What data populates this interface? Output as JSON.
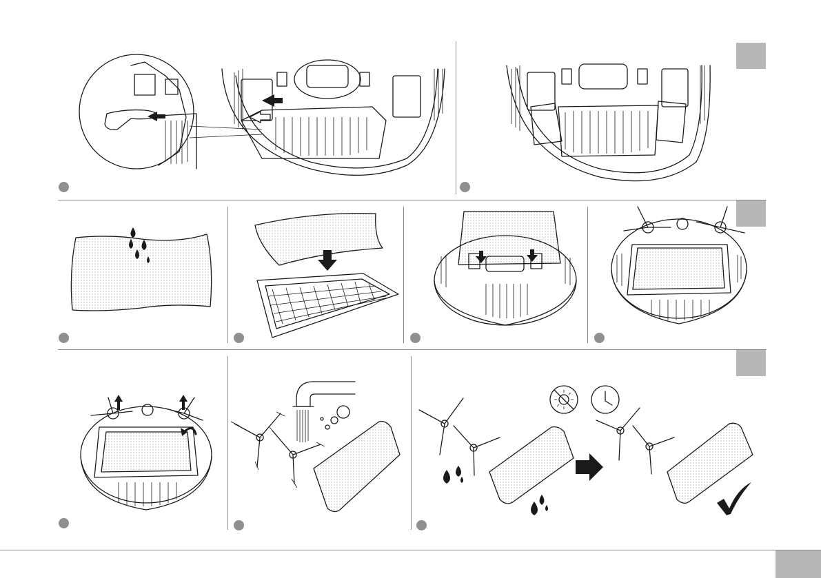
{
  "page": {
    "accent_gray": "#b7b7b7",
    "dot_gray": "#8f8f8f"
  },
  "steps": [
    {
      "id": "a1",
      "icon": "robot-underside-remove-mop-plate-illustration"
    },
    {
      "id": "a2",
      "icon": "robot-underside-mop-plate-removed-illustration"
    },
    {
      "id": "b1",
      "icon": "wet-mop-cloth-illustration"
    },
    {
      "id": "b2",
      "icon": "attach-cloth-to-plate-illustration"
    },
    {
      "id": "b3",
      "icon": "insert-mop-plate-illustration"
    },
    {
      "id": "b4",
      "icon": "robot-with-mop-installed-illustration"
    },
    {
      "id": "c1",
      "icon": "remove-side-brushes-illustration"
    },
    {
      "id": "c2",
      "icon": "rinse-brushes-and-cloth-illustration"
    },
    {
      "id": "c3",
      "icon": "dry-brushes-and-cloth-illustration"
    }
  ],
  "icons": [
    "checkmark-icon",
    "no-sun-icon",
    "clock-icon",
    "arrow-right-icon",
    "water-drop-icon",
    "faucet-icon"
  ]
}
